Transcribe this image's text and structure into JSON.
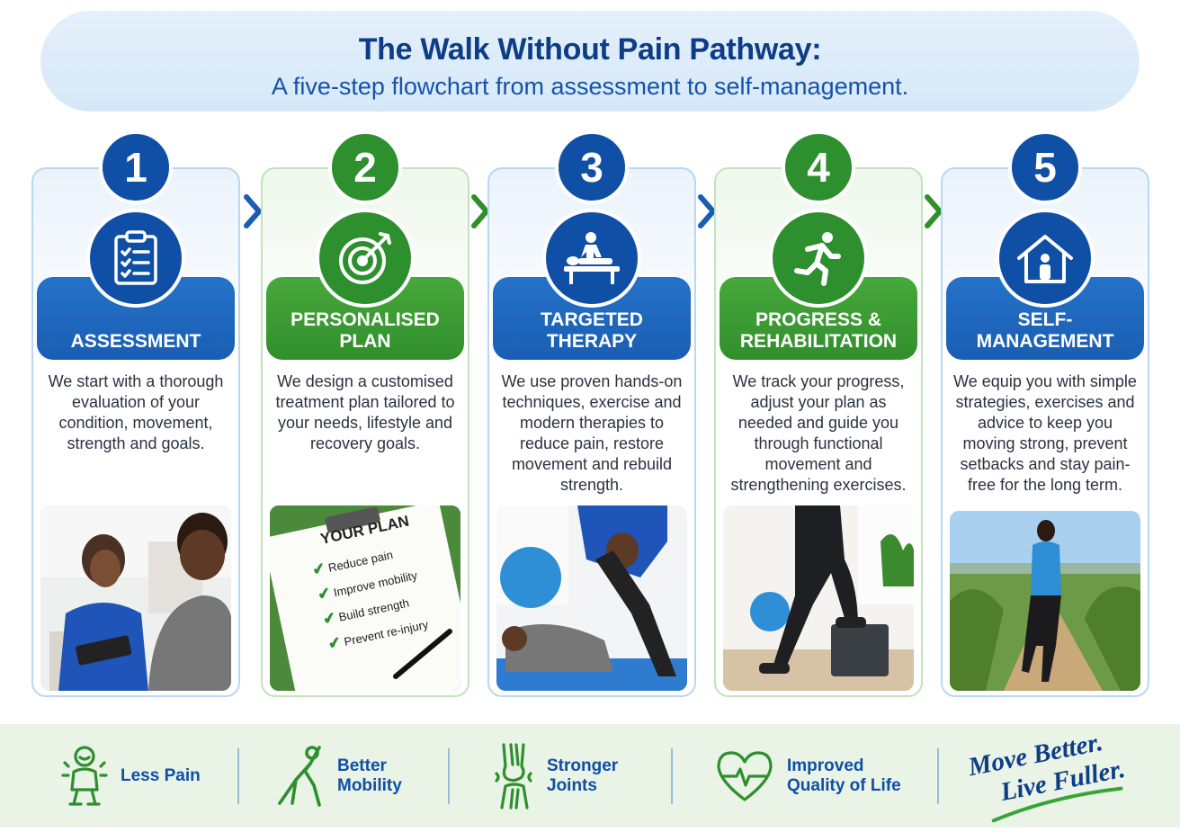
{
  "title": "The Walk Without Pain Pathway:",
  "subtitle": "A five-step flowchart from assessment to self-management.",
  "steps": [
    {
      "number": "1",
      "title": "ASSESSMENT",
      "icon": "clipboard-checklist-icon",
      "color": "#1a5eb3",
      "description": "We start with a thorough evaluation of your condition, movement, strength and goals."
    },
    {
      "number": "2",
      "title": "PERSONALISED PLAN",
      "icon": "target-arrow-icon",
      "color": "#318f2b",
      "description": "We design a customised treatment plan tailored to your needs, lifestyle and recovery goals.",
      "plan": {
        "heading": "YOUR PLAN",
        "items": [
          "Reduce pain",
          "Improve mobility",
          "Build strength",
          "Prevent re-injury"
        ]
      }
    },
    {
      "number": "3",
      "title": "TARGETED THERAPY",
      "icon": "therapy-table-icon",
      "color": "#1a5eb3",
      "description": "We use proven hands-on techniques, exercise and modern therapies to reduce pain, restore movement and rebuild strength."
    },
    {
      "number": "4",
      "title": "PROGRESS & REHABILITATION",
      "icon": "running-person-icon",
      "color": "#318f2b",
      "description": "We track your progress, adjust your plan as needed and guide you through functional movement and strengthening exercises."
    },
    {
      "number": "5",
      "title": "SELF-MANAGEMENT",
      "icon": "home-person-icon",
      "color": "#1a5eb3",
      "description": "We equip you with simple strategies, exercises and advice to keep you moving strong, prevent setbacks and stay pain-free for the long term."
    }
  ],
  "benefits": [
    {
      "label": "Less Pain",
      "icon": "relaxed-person-icon"
    },
    {
      "label": "Better Mobility",
      "icon": "stretching-person-icon"
    },
    {
      "label": "Stronger Joints",
      "icon": "knee-joint-icon"
    },
    {
      "label": "Improved Quality of Life",
      "icon": "heart-pulse-icon"
    }
  ],
  "tagline": {
    "line1": "Move Better.",
    "line2": "Live Fuller."
  },
  "colors": {
    "blue": "#1a5eb3",
    "green": "#318f2b",
    "navy": "#0d3d86"
  }
}
